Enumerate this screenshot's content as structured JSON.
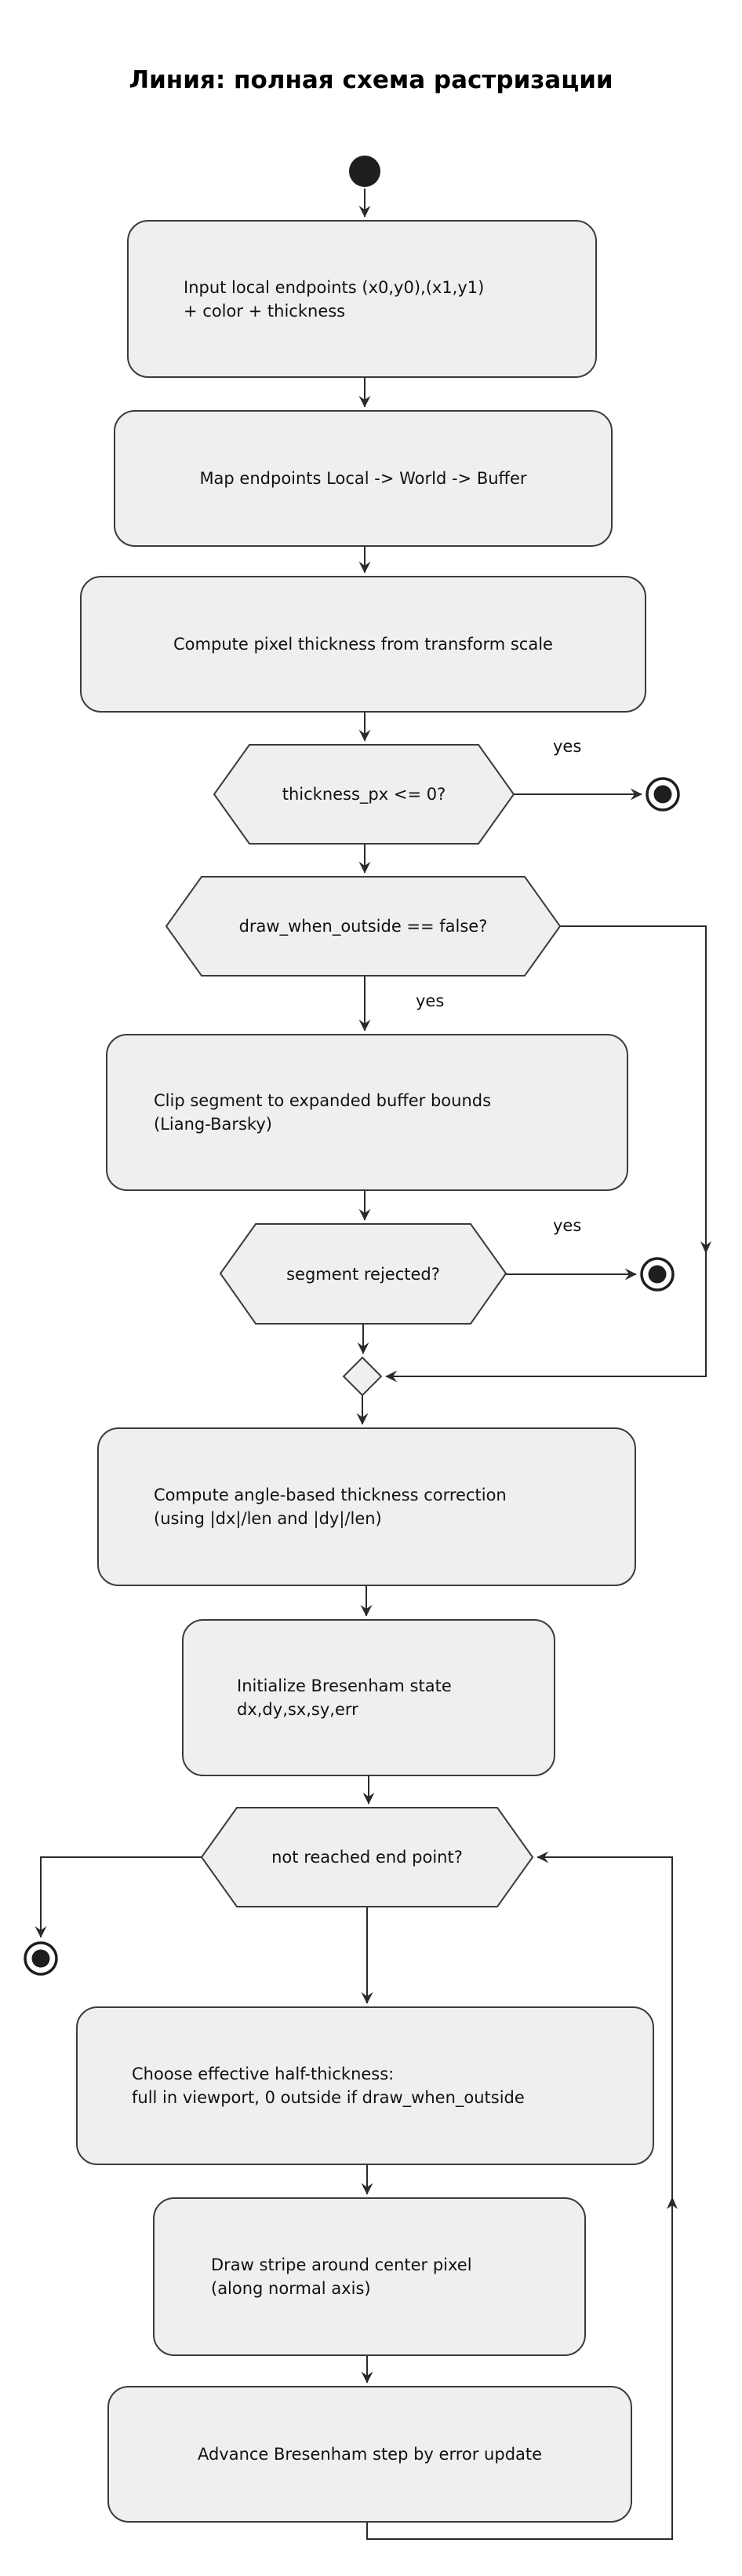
{
  "title": "Линия: полная схема растризации",
  "nodes": {
    "input": {
      "line1": "Input local endpoints (x0,y0),(x1,y1)",
      "line2": "+ color + thickness"
    },
    "map": {
      "line1": "Map endpoints Local -> World -> Buffer"
    },
    "thickness": {
      "line1": "Compute pixel thickness from transform scale"
    },
    "hex_thickness": {
      "label": "thickness_px <= 0?"
    },
    "hex_outside": {
      "label": "draw_when_outside == false?"
    },
    "clip": {
      "line1": "Clip segment to expanded buffer bounds",
      "line2": "(Liang-Barsky)"
    },
    "hex_rejected": {
      "label": "segment rejected?"
    },
    "correction": {
      "line1": "Compute angle-based thickness correction",
      "line2": "(using |dx|/len and |dy|/len)"
    },
    "init": {
      "line1": "Initialize Bresenham state",
      "line2": "dx,dy,sx,sy,err"
    },
    "hex_loop": {
      "label": "not reached end point?"
    },
    "choose": {
      "line1": "Choose effective half-thickness:",
      "line2": "full in viewport, 0 outside if draw_when_outside"
    },
    "stripe": {
      "line1": "Draw stripe around center pixel",
      "line2": "(along normal axis)"
    },
    "advance": {
      "line1": "Advance Bresenham step by error update"
    }
  },
  "labels": {
    "yes1": "yes",
    "yes2": "yes",
    "yes3": "yes"
  },
  "colors": {
    "node_fill": "#efefef",
    "node_border": "#3b3b3b",
    "edge": "#2b2b2b",
    "text": "#111111",
    "background": "#ffffff"
  }
}
